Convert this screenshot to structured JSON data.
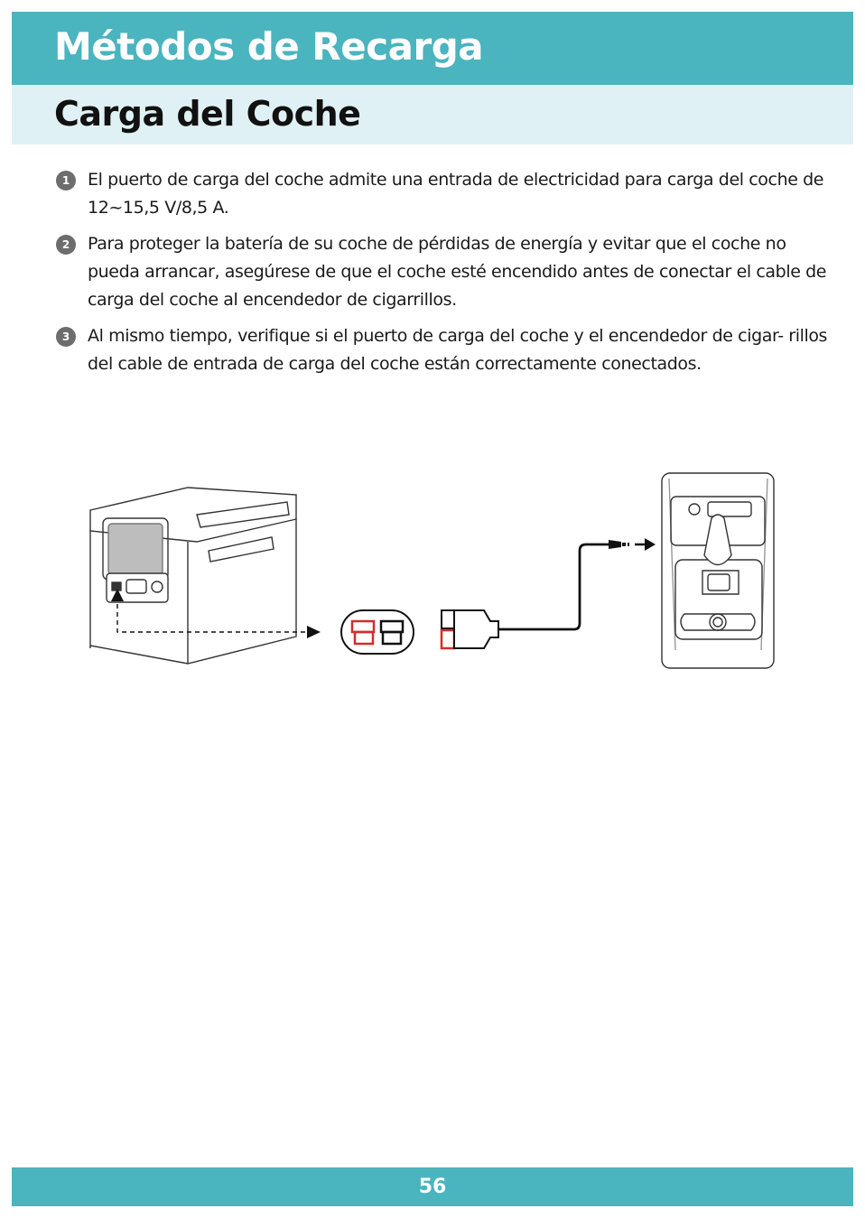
{
  "header": {
    "title": "Métodos de Recarga",
    "subtitle": "Carga del Coche"
  },
  "steps": [
    {
      "num": "1",
      "text": "El puerto de carga del coche admite una entrada de electricidad para carga del coche de 12~15,5 V/8,5 A."
    },
    {
      "num": "2",
      "text": "Para proteger la batería de su coche de pérdidas de energía y evitar que el coche no pueda arrancar, asegúrese de que el coche esté encendido antes de conectar el cable de carga del coche al encendedor de cigarrillos."
    },
    {
      "num": "3",
      "text": "Al mismo tiempo, verifique si el puerto de carga del coche y el encendedor de cigar- rillos del cable de entrada de carga del coche están correctamente conectados."
    }
  ],
  "colors": {
    "banner": "#4ab4bf",
    "subbanner": "#dff1f4",
    "connector_red": "#d22d2d"
  },
  "footer": {
    "page_number": "56"
  }
}
